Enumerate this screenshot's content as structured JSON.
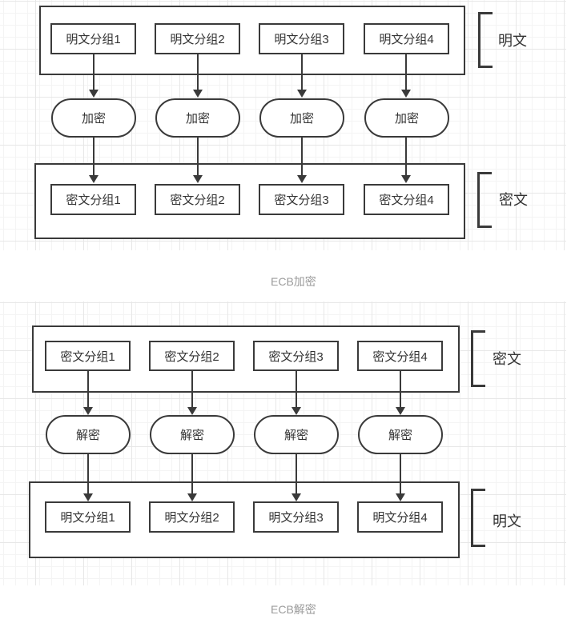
{
  "colors": {
    "stroke": "#3a3a3a",
    "shape_fill": "#ffffff",
    "text": "#333333",
    "caption": "#9b9b9b",
    "grid_minor": "#f4f4f4",
    "grid_major": "#e7e7e7"
  },
  "encrypt": {
    "caption": "ECB加密",
    "process_label": "加密",
    "top_bracket_label": "明文",
    "bottom_bracket_label": "密文",
    "top_blocks": [
      "明文分组1",
      "明文分组2",
      "明文分组3",
      "明文分组4"
    ],
    "bottom_blocks": [
      "密文分组1",
      "密文分组2",
      "密文分组3",
      "密文分组4"
    ]
  },
  "decrypt": {
    "caption": "ECB解密",
    "process_label": "解密",
    "top_bracket_label": "密文",
    "bottom_bracket_label": "明文",
    "top_blocks": [
      "密文分组1",
      "密文分组2",
      "密文分组3",
      "密文分组4"
    ],
    "bottom_blocks": [
      "明文分组1",
      "明文分组2",
      "明文分组3",
      "明文分组4"
    ]
  }
}
